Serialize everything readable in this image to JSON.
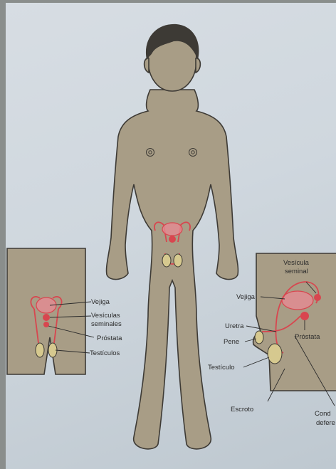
{
  "colors": {
    "skin": "#a89d86",
    "outline": "#3d3a35",
    "organ_red": "#d8464f",
    "organ_pink": "#e98a93",
    "testicle_yellow": "#d6c98f",
    "paper": "#cfd7de"
  },
  "left_inset": {
    "labels": {
      "vejiga": "Vejiga",
      "vesiculas": "Vesículas",
      "seminales": "seminales",
      "prostata": "Próstata",
      "testiculos": "Testículos"
    }
  },
  "right_inset": {
    "labels": {
      "vesicula": "Vesícula",
      "seminal": "seminal",
      "vejiga": "Vejiga",
      "prostata": "Próstata",
      "uretra": "Uretra",
      "pene": "Pene",
      "testiculo": "Testículo",
      "escroto": "Escroto",
      "conducto": "Cond",
      "deferente": "defere"
    }
  }
}
